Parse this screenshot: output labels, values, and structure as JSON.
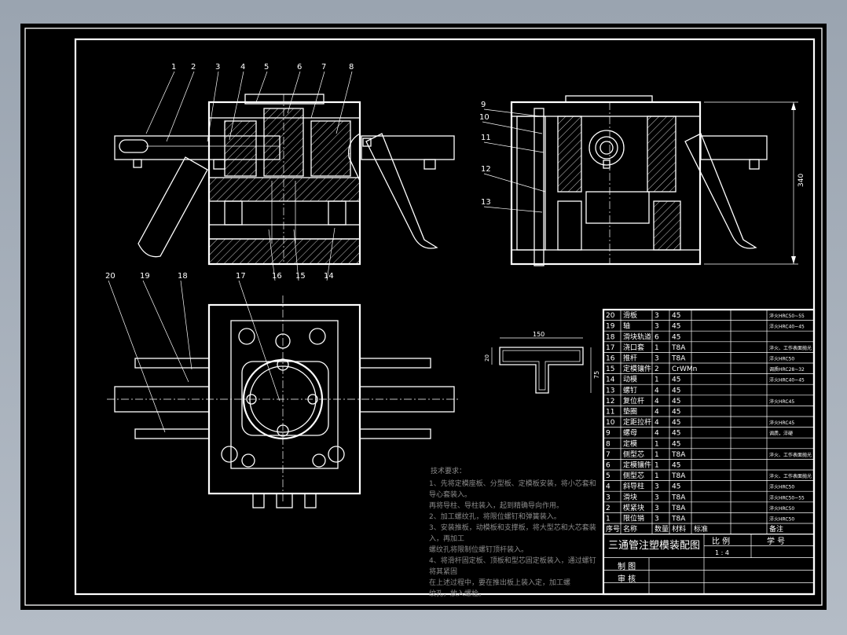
{
  "drawing": {
    "title": "三通管注塑模装配图",
    "scale_label": "比 例",
    "scale_value": "1 : 4",
    "code_label": "学 号",
    "drawn_by_label": "制 图",
    "reviewed_by_label": "审 核",
    "dimension_height": "340",
    "part_dim_width": "150",
    "part_dim_height": "75",
    "part_dim_left": "20"
  },
  "callouts": [
    "1",
    "2",
    "3",
    "4",
    "5",
    "6",
    "7",
    "8",
    "9",
    "10",
    "11",
    "12",
    "13",
    "14",
    "15",
    "16",
    "17",
    "18",
    "19",
    "20"
  ],
  "bom": {
    "header": {
      "no": "序号",
      "name": "名称",
      "qty": "数量",
      "material": "材料",
      "spec": "标准",
      "remark": "备注"
    },
    "rows": [
      {
        "no": "20",
        "name": "滑板",
        "qty": "3",
        "mat": "45",
        "std": "",
        "spec": "",
        "note": "淬火HRC50~55"
      },
      {
        "no": "19",
        "name": "轴",
        "qty": "3",
        "mat": "45",
        "std": "",
        "spec": "",
        "note": "淬火HRC40~45"
      },
      {
        "no": "18",
        "name": "滑块轨道",
        "qty": "6",
        "mat": "45",
        "std": "",
        "spec": "",
        "note": ""
      },
      {
        "no": "17",
        "name": "浇口套",
        "qty": "1",
        "mat": "T8A",
        "std": "",
        "spec": "",
        "note": "淬火、工作表面抛光"
      },
      {
        "no": "16",
        "name": "推杆",
        "qty": "3",
        "mat": "T8A",
        "std": "",
        "spec": "",
        "note": "淬火HRC50"
      },
      {
        "no": "15",
        "name": "定模镶件",
        "qty": "2",
        "mat": "CrWMn",
        "std": "",
        "spec": "",
        "note": "调质HRC28~32"
      },
      {
        "no": "14",
        "name": "动模",
        "qty": "1",
        "mat": "45",
        "std": "",
        "spec": "",
        "note": "淬火HRC40~45"
      },
      {
        "no": "13",
        "name": "螺钉",
        "qty": "4",
        "mat": "45",
        "std": "",
        "spec": "",
        "note": ""
      },
      {
        "no": "12",
        "name": "复位杆",
        "qty": "4",
        "mat": "45",
        "std": "",
        "spec": "",
        "note": "淬火HRC45"
      },
      {
        "no": "11",
        "name": "垫圈",
        "qty": "4",
        "mat": "45",
        "std": "",
        "spec": "",
        "note": ""
      },
      {
        "no": "10",
        "name": "定距拉杆",
        "qty": "4",
        "mat": "45",
        "std": "",
        "spec": "",
        "note": "淬火HRC45"
      },
      {
        "no": "9",
        "name": "螺母",
        "qty": "4",
        "mat": "45",
        "std": "",
        "spec": "",
        "note": "调质，淬硬"
      },
      {
        "no": "8",
        "name": "定模",
        "qty": "1",
        "mat": "45",
        "std": "",
        "spec": "",
        "note": ""
      },
      {
        "no": "7",
        "name": "侧型芯",
        "qty": "1",
        "mat": "T8A",
        "std": "",
        "spec": "",
        "note": "淬火、工作表面抛光"
      },
      {
        "no": "6",
        "name": "定模镶件",
        "qty": "1",
        "mat": "45",
        "std": "",
        "spec": "",
        "note": ""
      },
      {
        "no": "5",
        "name": "侧型芯",
        "qty": "1",
        "mat": "T8A",
        "std": "",
        "spec": "",
        "note": "淬火、工作表面抛光"
      },
      {
        "no": "4",
        "name": "斜导柱",
        "qty": "3",
        "mat": "45",
        "std": "",
        "spec": "",
        "note": "淬火HRC50"
      },
      {
        "no": "3",
        "name": "滑块",
        "qty": "3",
        "mat": "T8A",
        "std": "",
        "spec": "",
        "note": "淬火HRC50~55"
      },
      {
        "no": "2",
        "name": "楔紧块",
        "qty": "3",
        "mat": "T8A",
        "std": "",
        "spec": "",
        "note": "淬火HRC50"
      },
      {
        "no": "1",
        "name": "限位销",
        "qty": "3",
        "mat": "T8A",
        "std": "",
        "spec": "",
        "note": "淬火HRC50"
      }
    ]
  },
  "notes": {
    "heading": "技术要求：",
    "lines": [
      "1、先将定模座板、分型板、定模板安装，将小芯套和",
      "导心套装入。",
      "    再将导柱、导柱装入，起到精确导向作用。",
      "2、加工螺纹孔，将限位螺钉和弹簧装入。",
      "3、安装推板，动模板和支撑板，将大型芯和大芯套装",
      "入，再加工",
      "    螺纹孔将限制位螺钉顶杆装入。",
      "4、将滑杆固定板、顶板和型芯固定板装入，通过螺钉",
      "将其紧固",
      "    在上述过程中，要在推出板上装入定，加工螺",
      "纹孔，放入螺栓。"
    ]
  }
}
